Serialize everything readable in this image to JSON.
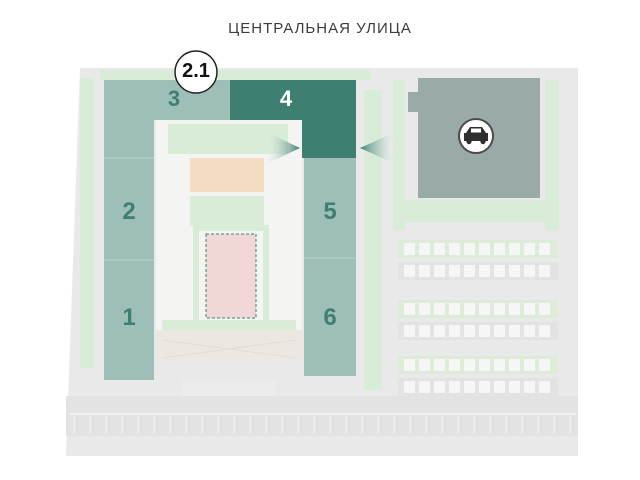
{
  "street_label": "ЦЕНТРАЛЬНАЯ УЛИЦА",
  "phase_label": "2.1",
  "buildings": [
    {
      "id": "3",
      "label": "3",
      "status": "other"
    },
    {
      "id": "4",
      "label": "4",
      "status": "selected"
    },
    {
      "id": "2",
      "label": "2",
      "status": "other"
    },
    {
      "id": "5",
      "label": "5",
      "status": "other"
    },
    {
      "id": "1",
      "label": "1",
      "status": "other"
    },
    {
      "id": "6",
      "label": "6",
      "status": "other"
    }
  ],
  "parking_icon": "car-icon",
  "entrance_icons": "entrance-arrow-icon",
  "colors": {
    "selected": "#3f7f72",
    "building": "#9dbfb7",
    "building_dark_text": "#3f7f72",
    "building_light_text": "#ffffff",
    "ground": "#e9e9e9",
    "lawn": "#d9ecd8",
    "sand": "#f3dcc2",
    "court": "#f1d7d6",
    "parking_building": "#9aaaa9"
  }
}
